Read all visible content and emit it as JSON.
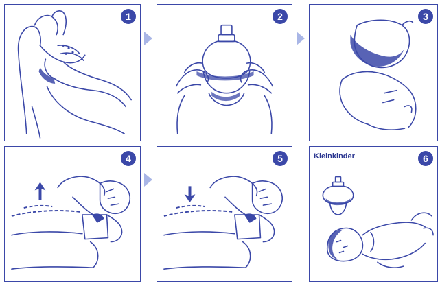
{
  "colors": {
    "ink": "#3b48a8",
    "accent": "#2a3590",
    "arrow": "#a9b6e6"
  },
  "steps": [
    {
      "number": "1",
      "icon": "hands-cupping-mask-icon"
    },
    {
      "number": "2",
      "icon": "hands-holding-mask-icon"
    },
    {
      "number": "3",
      "icon": "mask-on-face-icon"
    },
    {
      "number": "4",
      "icon": "chest-rising-icon"
    },
    {
      "number": "5",
      "icon": "chest-falling-icon"
    },
    {
      "number": "6",
      "caption": "Kleinkinder",
      "icon": "infant-mask-icon"
    }
  ],
  "connectors": [
    "chevron-right-icon",
    "chevron-right-icon",
    "chevron-right-icon"
  ]
}
